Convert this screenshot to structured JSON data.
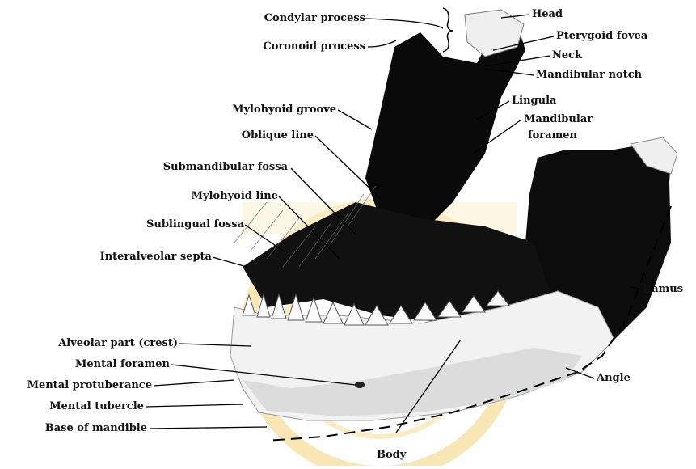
{
  "diagram": {
    "labels_left": [
      "Condylar process",
      "Coronoid process",
      "Mylohyoid groove",
      "Oblique line",
      "Submandibular fossa",
      "Mylohyoid line",
      "Sublingual fossa",
      "Interalveolar septa",
      "Alveolar part (crest)",
      "Mental foramen",
      "Mental protuberance",
      "Mental tubercle",
      "Base of mandible"
    ],
    "labels_right": [
      "Head",
      "Pterygoid fovea",
      "Neck",
      "Mandibular notch",
      "Lingula",
      "Mandibular",
      "foramen",
      "Ramus",
      "Angle"
    ],
    "label_bottom": "Body"
  },
  "colors": {
    "bone_dark": "#0a0a0a",
    "bone_light": "#f4f4f4",
    "watermark": "#f3d37a",
    "text": "#111111"
  }
}
